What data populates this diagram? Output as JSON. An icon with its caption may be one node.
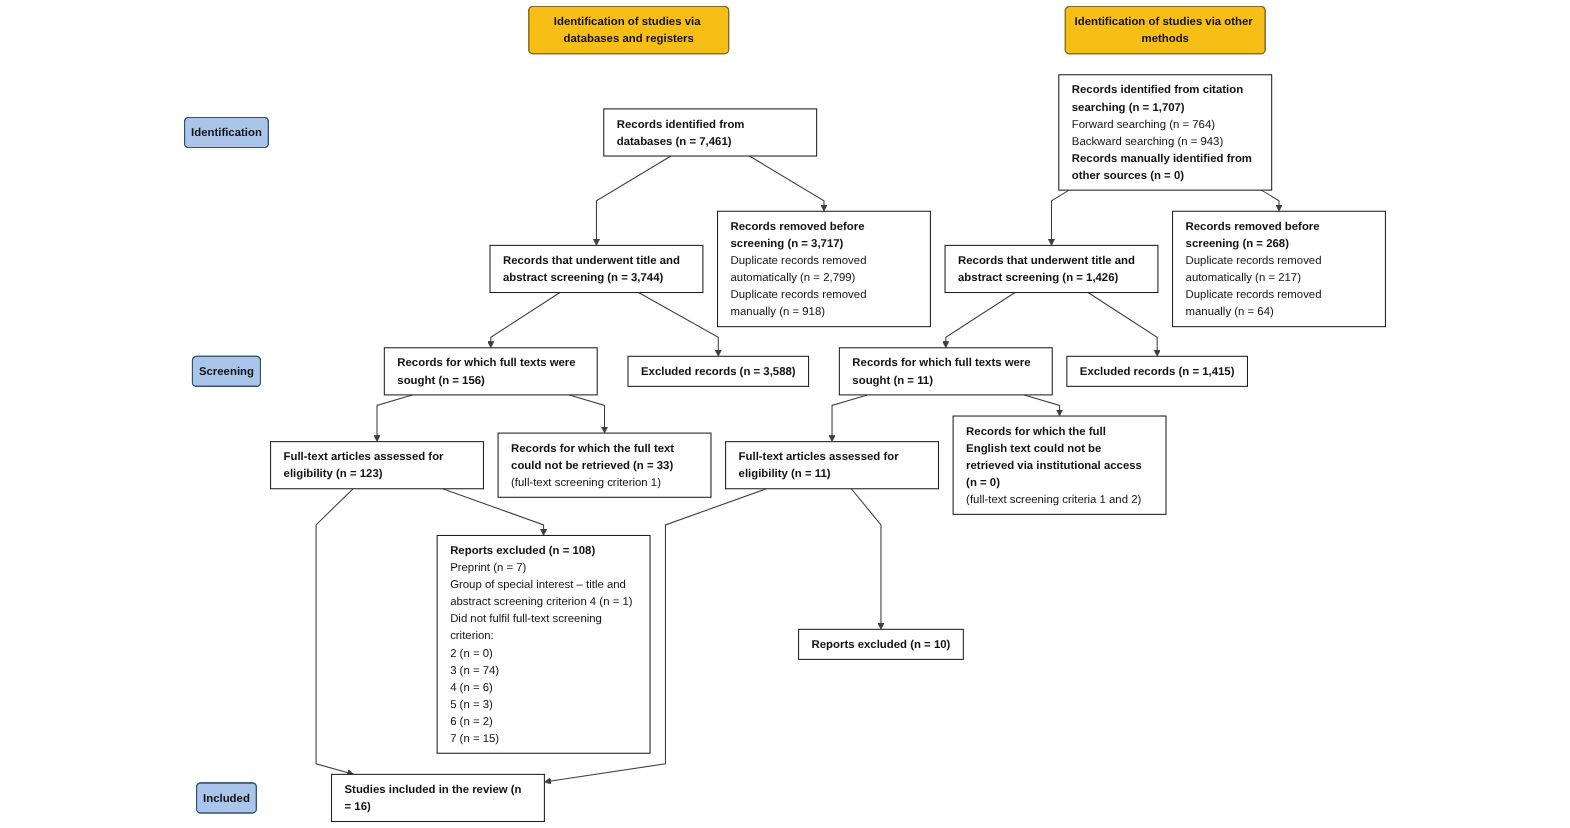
{
  "diagram": {
    "nodes": [
      {
        "text": [
          "Identification of studies via databases and registers"
        ]
      },
      {
        "text": [
          "Identification of studies via other methods"
        ]
      },
      {
        "text": [
          "Identification"
        ]
      },
      {
        "text": [
          "Records identified from databases (n = 7,461)"
        ]
      },
      {
        "text": [
          "Records removed before screening (n = 3,717)",
          "Duplicate records removed automatically (n = 2,799)",
          "Duplicate records removed manually (n = 918)"
        ]
      },
      {
        "text": [
          "Records identified from citation searching (n = 1,707)",
          "Forward searching (n = 764)",
          "Backward searching (n = 943)",
          "Records manually identified from other sources (n = 0)"
        ]
      },
      {
        "text": [
          "Records removed before screening (n = 268)",
          "Duplicate records removed automatically (n = 217)",
          "Duplicate records removed manually (n = 64)"
        ]
      },
      {
        "text": [
          "Screening"
        ]
      },
      {
        "text": [
          "Records that underwent title and abstract screening (n = 3,744)"
        ]
      },
      {
        "text": [
          "Excluded records (n = 3,588)"
        ]
      },
      {
        "text": [
          "Records that underwent title and abstract screening (n = 1,426)"
        ]
      },
      {
        "text": [
          "Excluded records (n = 1,415)"
        ]
      },
      {
        "text": [
          "Records for which full texts were sought (n = 156)"
        ]
      },
      {
        "text": [
          "Records for which the full text could not be retrieved (n = 33)",
          "(full-text screening criterion 1)"
        ]
      },
      {
        "text": [
          "Records for which full texts were sought (n = 11)"
        ]
      },
      {
        "text": [
          "Records for which the full English text could not be retrieved via institutional access (n = 0)",
          "(full-text screening criteria 1 and 2)"
        ]
      },
      {
        "text": [
          "Full-text articles assessed for eligibility (n = 123)"
        ]
      },
      {
        "text": [
          "Reports excluded (n = 108)",
          "Preprint (n = 7)",
          "Group of special interest – title and abstract screening criterion 4 (n = 1)",
          "Did not fulfil full-text screening criterion:",
          "2 (n = 0)",
          "3 (n = 74)",
          "4 (n = 6)",
          "5 (n = 3)",
          "6 (n = 2)",
          "7 (n = 15)"
        ]
      },
      {
        "text": [
          "Full-text articles assessed for eligibility (n = 11)"
        ]
      },
      {
        "text": [
          "Reports excluded (n = 10)"
        ]
      },
      {
        "text": [
          "Included"
        ]
      },
      {
        "text": [
          "Studies included in the review (n = 16)"
        ]
      }
    ],
    "edges": [
      {
        "from": 3,
        "to": 8,
        "arrow": "to"
      },
      {
        "from": 3,
        "to": 4,
        "arrow": "to"
      },
      {
        "from": 5,
        "to": 10,
        "arrow": "to"
      },
      {
        "from": 5,
        "to": 6,
        "arrow": "to"
      },
      {
        "from": 8,
        "to": 12,
        "arrow": "to"
      },
      {
        "from": 8,
        "to": 9,
        "arrow": "to"
      },
      {
        "from": 10,
        "to": 14,
        "arrow": "to"
      },
      {
        "from": 10,
        "to": 11,
        "arrow": "to"
      },
      {
        "from": 12,
        "to": 16,
        "arrow": "to"
      },
      {
        "from": 12,
        "to": 13,
        "arrow": "to"
      },
      {
        "from": 14,
        "to": 18,
        "arrow": "to"
      },
      {
        "from": 14,
        "to": 15,
        "arrow": "to"
      },
      {
        "from": 16,
        "to": 21,
        "arrow": "to"
      },
      {
        "from": 16,
        "to": 17,
        "arrow": "to"
      },
      {
        "from": 18,
        "to": 21,
        "arrow": "to"
      },
      {
        "from": 18,
        "to": 19,
        "arrow": "to"
      }
    ]
  }
}
